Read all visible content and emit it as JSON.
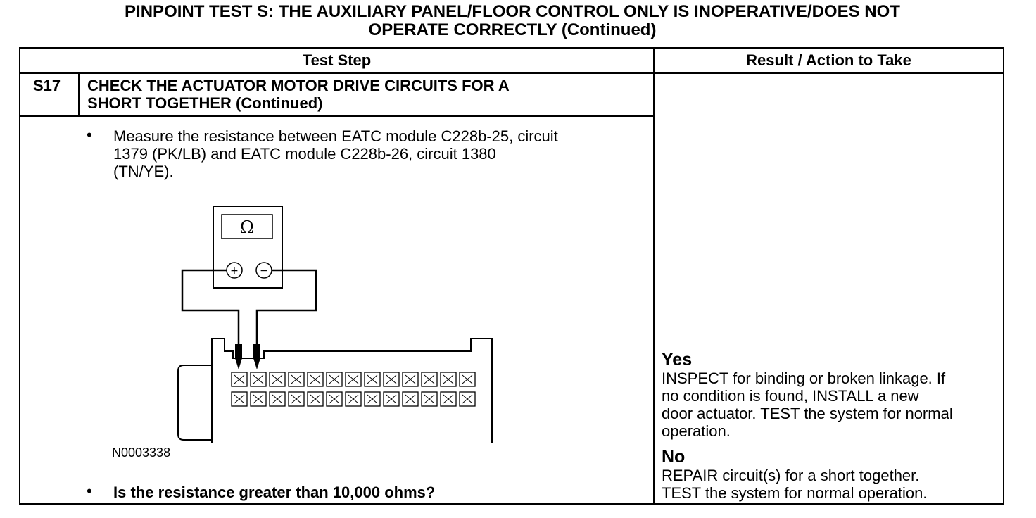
{
  "title": {
    "line1": "PINPOINT TEST  S: THE AUXILIARY PANEL/FLOOR CONTROL ONLY IS INOPERATIVE/DOES NOT",
    "line2": "OPERATE CORRECTLY (Continued)"
  },
  "table": {
    "header_step": "Test Step",
    "header_result": "Result / Action to Take"
  },
  "step": {
    "id": "S17",
    "title_line1": "CHECK THE ACTUATOR MOTOR DRIVE CIRCUITS FOR A",
    "title_line2": "SHORT TOGETHER (Continued)",
    "bullet1_line1": "Measure the resistance between EATC module C228b-25, circuit",
    "bullet1_line2": "1379 (PK/LB) and EATC module C228b-26, circuit 1380",
    "bullet1_line3": "(TN/YE).",
    "bullet_symbol": "•",
    "figure_id": "N0003338",
    "meter_symbol": "Ω",
    "question": "Is the resistance greater than 10,000 ohms?"
  },
  "result": {
    "yes_label": "Yes",
    "yes_line1": "INSPECT for binding or broken linkage. If",
    "yes_line2": "no condition is found, INSTALL a new",
    "yes_line3": "door actuator. TEST the system for normal",
    "yes_line4": "operation.",
    "no_label": "No",
    "no_line1": "REPAIR circuit(s) for a short together.",
    "no_line2": "TEST the system for normal operation."
  }
}
